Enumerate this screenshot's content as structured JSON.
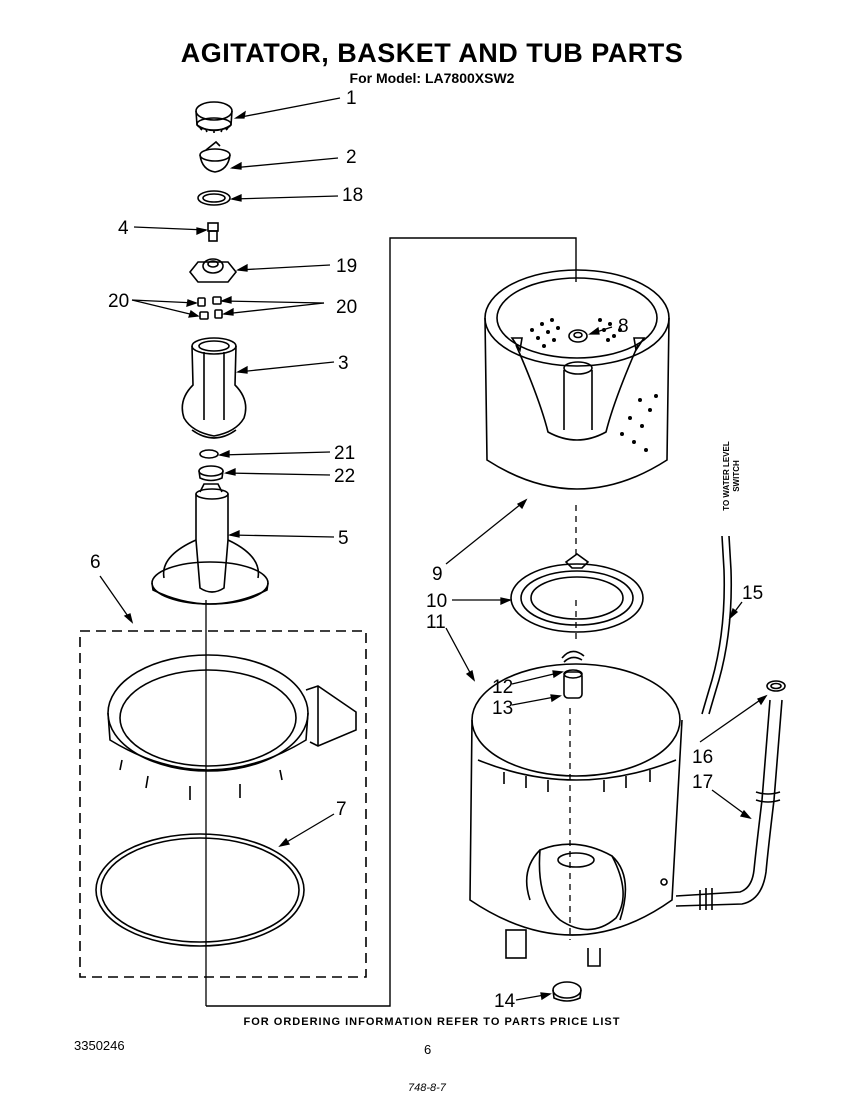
{
  "header": {
    "title": "AGITATOR, BASKET AND TUB PARTS",
    "subtitle": "For Model: LA7800XSW2"
  },
  "footer": {
    "note": "FOR ORDERING INFORMATION REFER TO PARTS PRICE LIST",
    "doc_number": "3350246",
    "page_number": "6",
    "stamp": "748-8-7"
  },
  "annotations": {
    "water_level_line1": "TO WATER LEVEL",
    "water_level_line2": "SWITCH"
  },
  "callouts": {
    "c1": "1",
    "c2": "2",
    "c18": "18",
    "c4": "4",
    "c19": "19",
    "c20a": "20",
    "c20b": "20",
    "c3": "3",
    "c21": "21",
    "c22": "22",
    "c5": "5",
    "c6": "6",
    "c7": "7",
    "c8": "8",
    "c9": "9",
    "c10": "10",
    "c11": "11",
    "c12": "12",
    "c13": "13",
    "c14": "14",
    "c15": "15",
    "c16": "16",
    "c17": "17"
  }
}
